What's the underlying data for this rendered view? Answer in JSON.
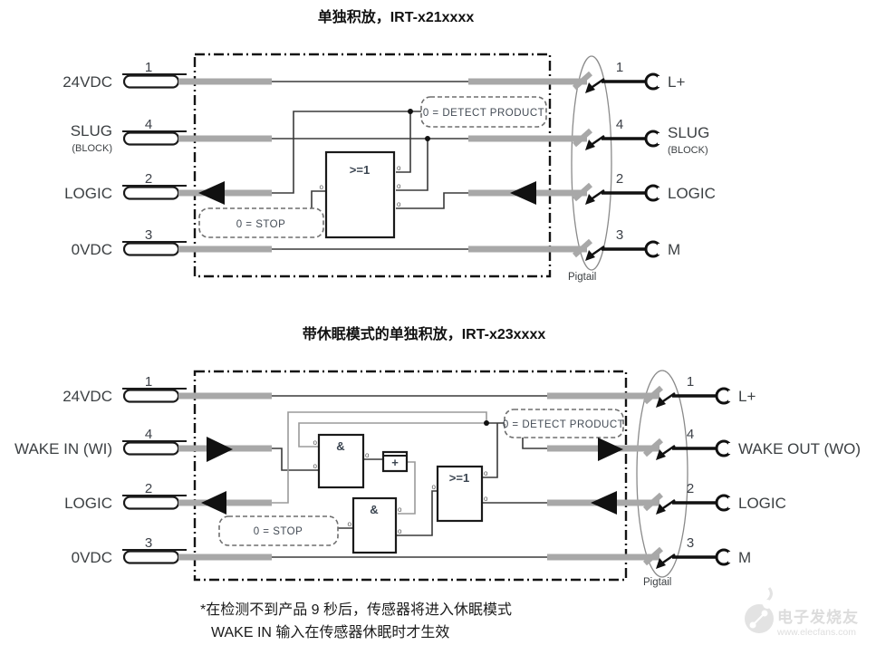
{
  "colors": {
    "wire_gray": "#a8a8a8",
    "line_dark": "#3a3a3a",
    "ink": "#111111",
    "label": "#3c4043",
    "watermark": "#dcdcdc"
  },
  "marks": {
    "inversion": "o"
  },
  "diagram1": {
    "title": "单独积放，IRT-x21xxxx",
    "left_pins": [
      {
        "num": "1",
        "label": "24VDC"
      },
      {
        "num": "4",
        "label": "SLUG",
        "sublabel": "(BLOCK)"
      },
      {
        "num": "2",
        "label": "LOGIC"
      },
      {
        "num": "3",
        "label": "0VDC"
      }
    ],
    "right_pins": [
      {
        "num": "1",
        "label": "L+"
      },
      {
        "num": "4",
        "label": "SLUG",
        "sublabel": "(BLOCK)"
      },
      {
        "num": "2",
        "label": "LOGIC"
      },
      {
        "num": "3",
        "label": "M"
      }
    ],
    "or_gate": ">=1",
    "annotation_detect": "0 = DETECT PRODUCT",
    "annotation_stop": "0 = STOP",
    "pigtail": "Pigtail"
  },
  "diagram2": {
    "title": "带休眠模式的单独积放，IRT-x23xxxx",
    "left_pins": [
      {
        "num": "1",
        "label": "24VDC"
      },
      {
        "num": "4",
        "label": "WAKE IN (WI)"
      },
      {
        "num": "2",
        "label": "LOGIC"
      },
      {
        "num": "3",
        "label": "0VDC"
      }
    ],
    "right_pins": [
      {
        "num": "1",
        "label": "L+"
      },
      {
        "num": "4",
        "label": "WAKE OUT (WO)"
      },
      {
        "num": "2",
        "label": "LOGIC"
      },
      {
        "num": "3",
        "label": "M"
      }
    ],
    "and_gate1": "&",
    "and_gate2": "&",
    "timer": "+",
    "or_gate": ">=1",
    "annotation_detect": "0 = DETECT PRODUCT",
    "annotation_stop": "0 = STOP",
    "pigtail": "Pigtail"
  },
  "footnote": {
    "line1": "*在检测不到产品 9 秒后，传感器将进入休眠模式",
    "line2": "WAKE IN 输入在传感器休眠时才生效"
  },
  "watermark": {
    "name": "电子发烧友",
    "url": "www.elecfans.com"
  }
}
